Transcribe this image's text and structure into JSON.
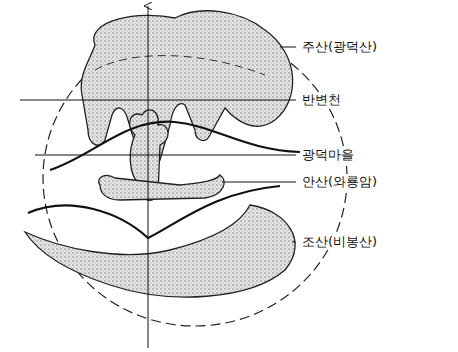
{
  "diagram": {
    "labels": [
      "주산(광덕산)",
      "반변천",
      "광덕마을",
      "안산(와룡암)",
      "조산(비봉산)"
    ]
  }
}
